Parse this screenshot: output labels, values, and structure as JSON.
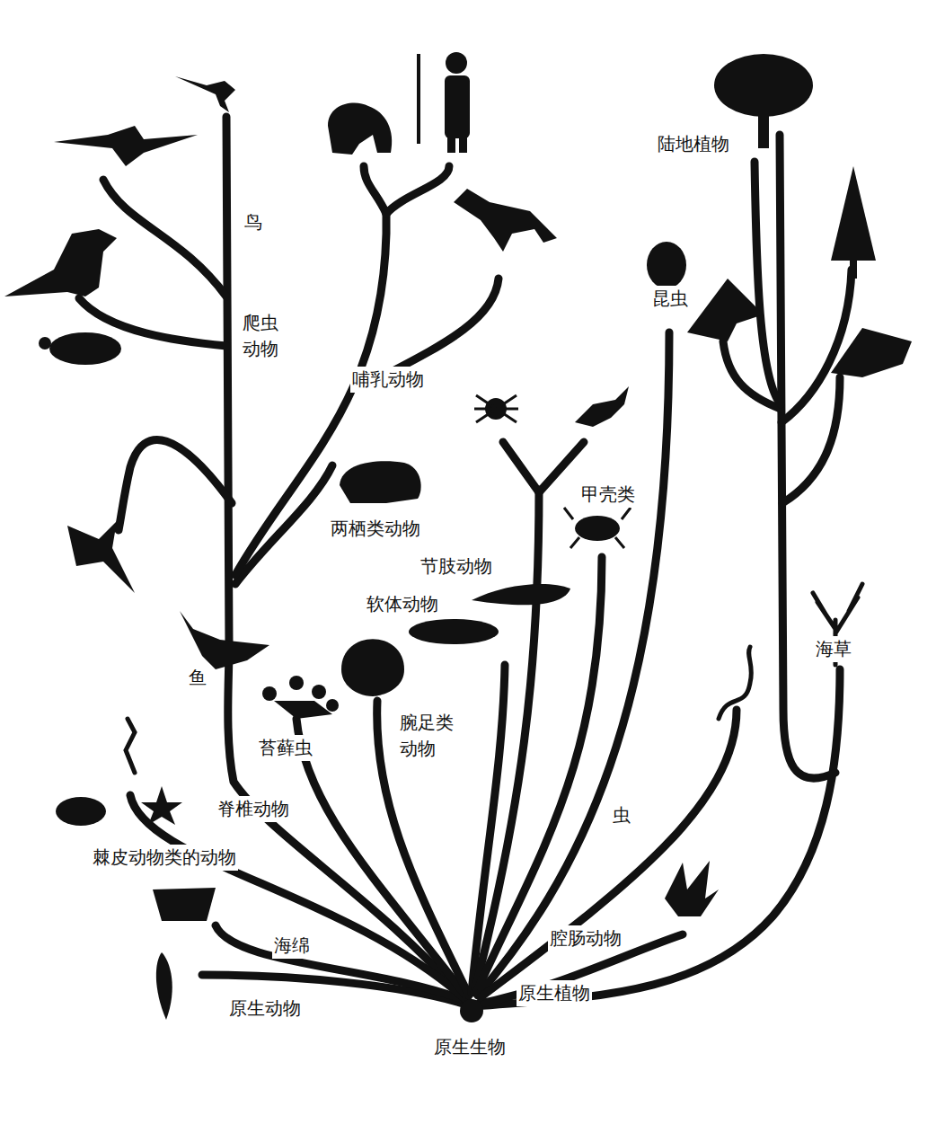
{
  "diagram": {
    "labels": [
      "鸟",
      "陆地植物",
      "昆虫",
      "爬虫 动物",
      "哺乳动物",
      "甲壳类",
      "两栖类动物",
      "节肢动物",
      "软体动物",
      "鱼",
      "海草",
      "腕足类 动物",
      "苔藓虫",
      "虫",
      "脊椎动物",
      "棘皮动物类的动物",
      "海绵",
      "腔肠动物",
      "原生植物",
      "原生动物",
      "原生生物"
    ]
  }
}
